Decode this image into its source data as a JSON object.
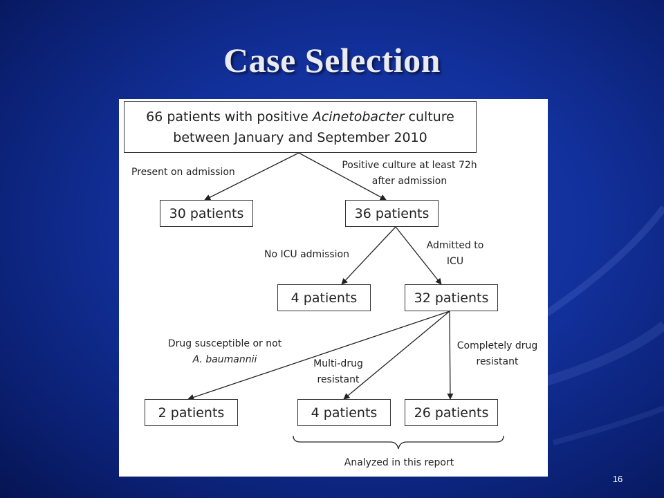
{
  "slide": {
    "title": "Case Selection",
    "page_number": "16"
  },
  "flowchart": {
    "root": {
      "line1_before": "66 patients with positive ",
      "line1_italic": "Acinetobacter",
      "line1_after": " culture",
      "line2": "between January and September 2010"
    },
    "nodes": {
      "n30": "30 patients",
      "n36": "36 patients",
      "n4a": "4 patients",
      "n32": "32 patients",
      "n2": "2 patients",
      "n4b": "4 patients",
      "n26": "26 patients"
    },
    "edges": {
      "present_on_admission": "Present on admission",
      "positive_culture_1": "Positive culture at least 72h",
      "positive_culture_2": "after admission",
      "no_icu": "No ICU admission",
      "admitted_icu_1": "Admitted to",
      "admitted_icu_2": "ICU",
      "drug_susceptible_1": "Drug susceptible or not",
      "drug_susceptible_2": "A. baumannii",
      "multi_drug_1": "Multi-drug",
      "multi_drug_2": "resistant",
      "completely_1": "Completely drug",
      "completely_2": "resistant"
    },
    "bracket_label": "Analyzed in this report"
  }
}
